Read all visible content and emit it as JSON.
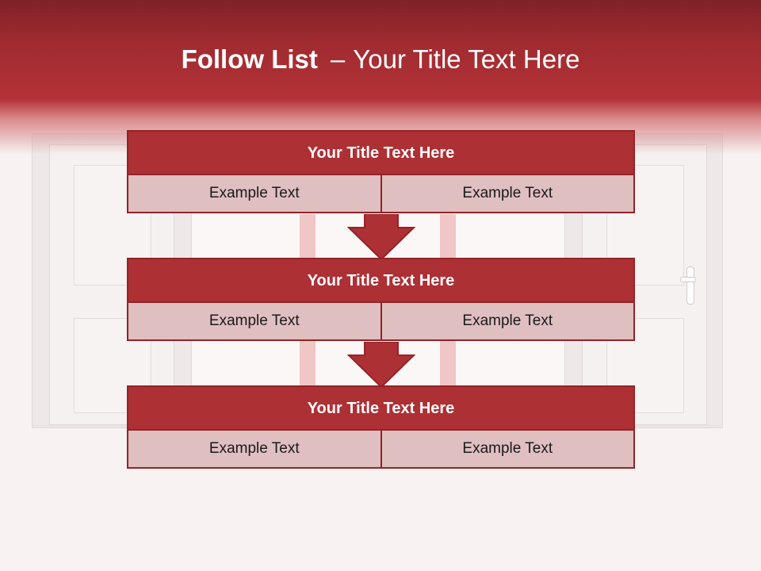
{
  "title": {
    "bold": "Follow List",
    "separator": "–",
    "rest": "Your Title Text Here"
  },
  "colors": {
    "accent": "#ad3035",
    "accent_dark": "#932327",
    "cell_fill": "#dfbfc0",
    "background": "#f8f2f2"
  },
  "steps": [
    {
      "title": "Your Title Text Here",
      "cells": [
        "Example Text",
        "Example Text"
      ]
    },
    {
      "title": "Your Title Text Here",
      "cells": [
        "Example Text",
        "Example Text"
      ]
    },
    {
      "title": "Your Title Text Here",
      "cells": [
        "Example Text",
        "Example Text"
      ]
    }
  ]
}
